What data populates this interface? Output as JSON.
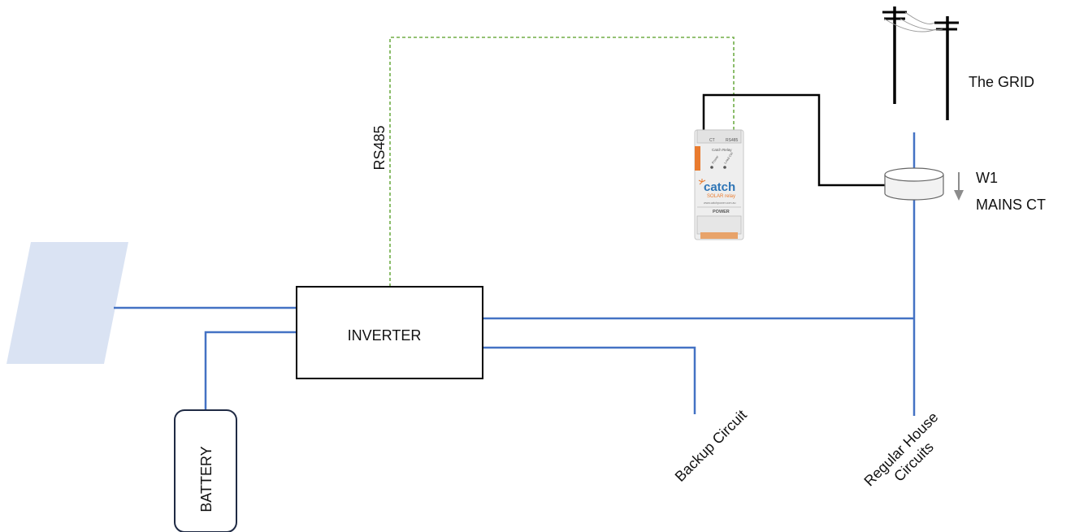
{
  "labels": {
    "inverter": "INVERTER",
    "battery": "BATTERY",
    "rs485": "RS485",
    "grid": "The GRID",
    "ct_line1": "W1",
    "ct_line2": "MAINS CT",
    "backup": "Backup Circuit",
    "house_line1": "Regular House",
    "house_line2": "Circuits"
  },
  "relay": {
    "brand": "catch",
    "product": "SOLAR relay",
    "power_label": "POWER",
    "model_text": "Catch Relay",
    "led_power": "Power",
    "led_load": "Load Ctrl",
    "port_left": "CT",
    "port_right": "RS485",
    "website": "www.catchpower.com.au"
  },
  "colors": {
    "power_line": "#4472C4",
    "rs485_line": "#70AD47",
    "ct_cable": "#000000",
    "solar_panel": "#DAE3F3",
    "relay_accent": "#E97B2E",
    "brand_blue": "#2E75B6"
  }
}
